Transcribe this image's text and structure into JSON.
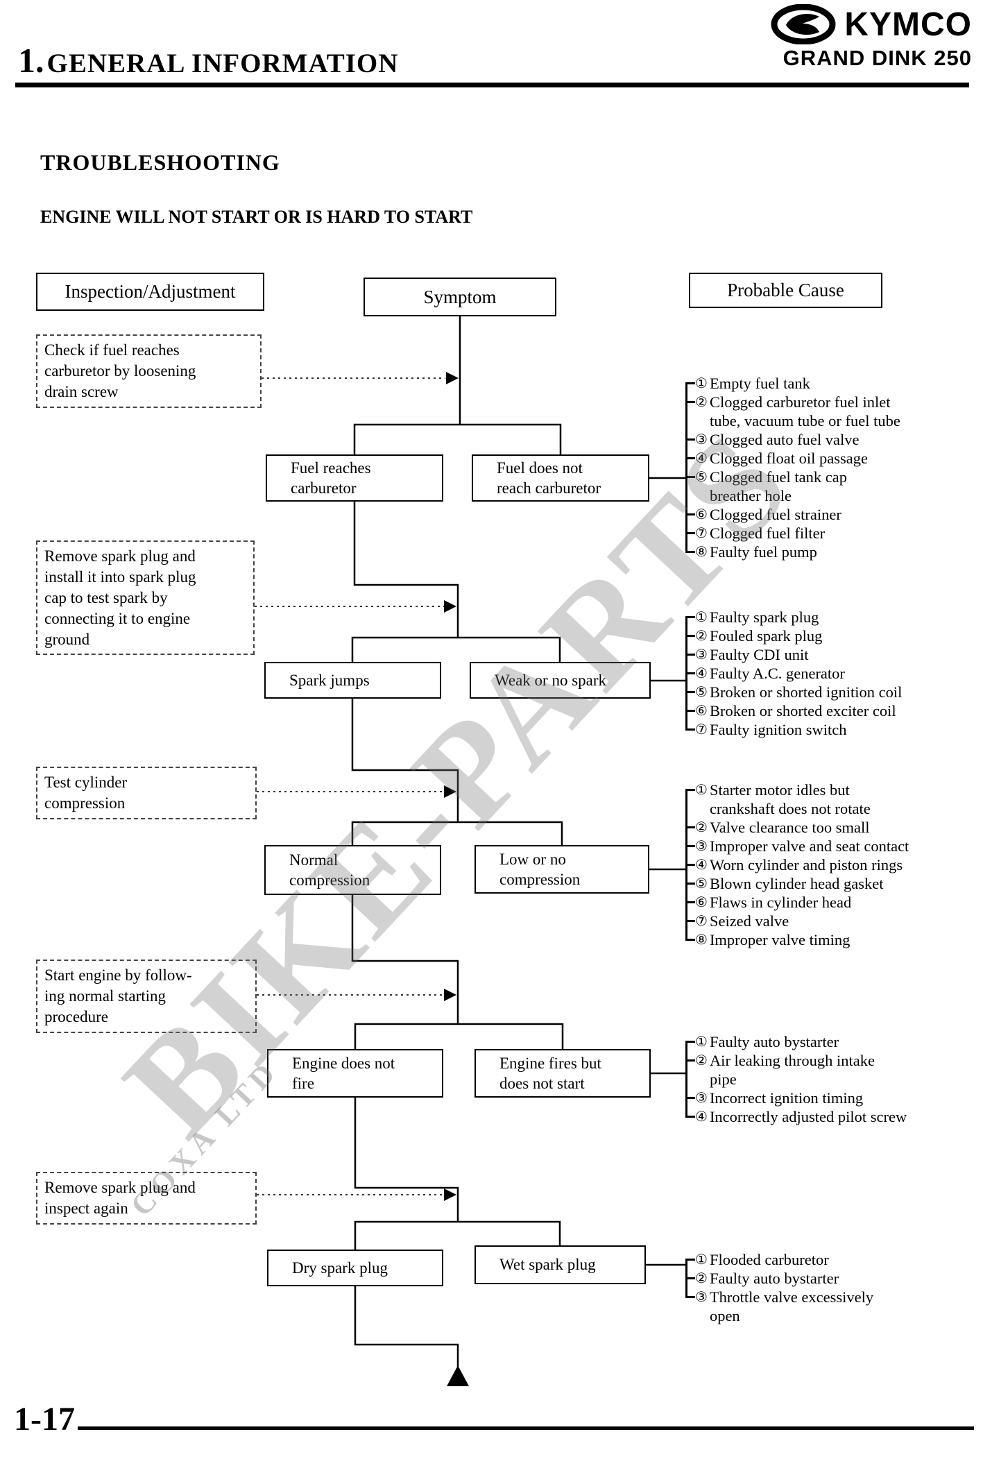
{
  "header": {
    "chapter_number": "1.",
    "chapter_title": "GENERAL INFORMATION",
    "brand": "KYMCO",
    "model": "GRAND DINK 250"
  },
  "titles": {
    "section": "TROUBLESHOOTING",
    "subsection": "ENGINE WILL NOT START OR IS HARD TO START"
  },
  "columns": {
    "inspection": "Inspection/Adjustment",
    "symptom": "Symptom",
    "cause": "Probable Cause"
  },
  "watermark": {
    "main": "BIKE-PARTS",
    "sub": "COXA LTD"
  },
  "footer": {
    "page_number": "1-17"
  },
  "flow": {
    "inspections": [
      "Check if fuel reaches\ncarburetor by loosening\ndrain screw",
      "Remove spark plug and\ninstall it into spark plug\ncap to test spark by\nconnecting it to engine\nground",
      "Test cylinder\ncompression",
      "Start engine by follow-\ning normal starting\nprocedure",
      "Remove spark plug and\ninspect again"
    ],
    "steps": [
      {
        "pass": "Fuel reaches\ncarburetor",
        "fail": "Fuel does not\nreach carburetor",
        "causes": [
          {
            "n": "①",
            "text": "Empty fuel tank"
          },
          {
            "n": "②",
            "text": "Clogged carburetor fuel inlet\ntube, vacuum tube or fuel tube"
          },
          {
            "n": "③",
            "text": "Clogged auto fuel valve"
          },
          {
            "n": "④",
            "text": "Clogged float oil passage"
          },
          {
            "n": "⑤",
            "text": "Clogged fuel tank cap\nbreather hole"
          },
          {
            "n": "⑥",
            "text": "Clogged fuel strainer"
          },
          {
            "n": "⑦",
            "text": "Clogged fuel filter"
          },
          {
            "n": "⑧",
            "text": "Faulty fuel pump"
          }
        ]
      },
      {
        "pass": "Spark jumps",
        "fail": "Weak or no spark",
        "causes": [
          {
            "n": "①",
            "text": "Faulty spark plug"
          },
          {
            "n": "②",
            "text": "Fouled spark plug"
          },
          {
            "n": "③",
            "text": "Faulty CDI unit"
          },
          {
            "n": "④",
            "text": "Faulty A.C. generator"
          },
          {
            "n": "⑤",
            "text": "Broken or shorted ignition coil"
          },
          {
            "n": "⑥",
            "text": "Broken or shorted exciter coil"
          },
          {
            "n": "⑦",
            "text": "Faulty ignition switch"
          }
        ]
      },
      {
        "pass": "Normal\ncompression",
        "fail": "Low or no\ncompression",
        "causes": [
          {
            "n": "①",
            "text": "Starter motor idles but\ncrankshaft does not rotate"
          },
          {
            "n": "②",
            "text": "Valve clearance too small"
          },
          {
            "n": "③",
            "text": "Improper valve and seat contact"
          },
          {
            "n": "④",
            "text": "Worn cylinder and piston rings"
          },
          {
            "n": "⑤",
            "text": "Blown cylinder head gasket"
          },
          {
            "n": "⑥",
            "text": "Flaws in cylinder head"
          },
          {
            "n": "⑦",
            "text": "Seized valve"
          },
          {
            "n": "⑧",
            "text": "Improper valve timing"
          }
        ]
      },
      {
        "pass": "Engine does not\nfire",
        "fail": "Engine fires but\ndoes not start",
        "causes": [
          {
            "n": "①",
            "text": "Faulty auto bystarter"
          },
          {
            "n": "②",
            "text": "Air leaking through intake\npipe"
          },
          {
            "n": "③",
            "text": "Incorrect ignition timing"
          },
          {
            "n": "④",
            "text": "Incorrectly adjusted pilot screw"
          }
        ]
      },
      {
        "pass": "Dry spark plug",
        "fail": "Wet spark plug",
        "causes": [
          {
            "n": "①",
            "text": "Flooded carburetor"
          },
          {
            "n": "②",
            "text": "Faulty auto bystarter"
          },
          {
            "n": "③",
            "text": "Throttle valve excessively\nopen"
          }
        ]
      }
    ]
  }
}
